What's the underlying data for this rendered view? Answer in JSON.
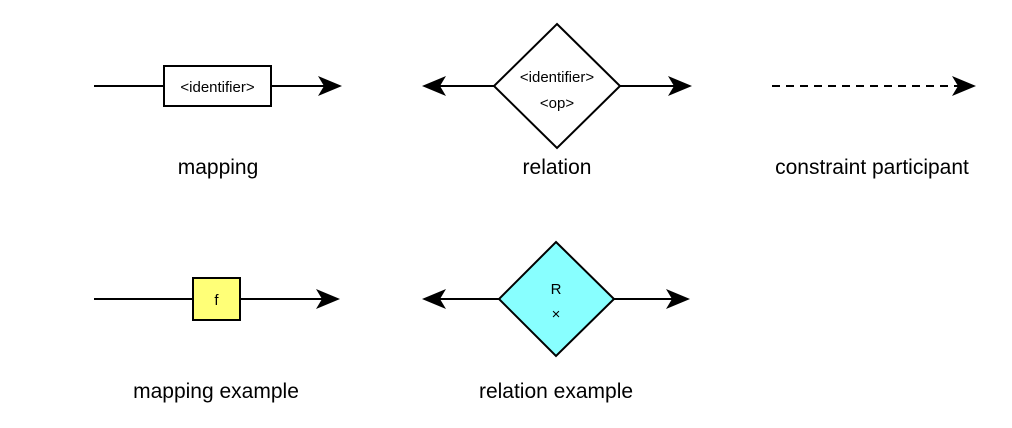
{
  "mapping": {
    "box_label": "<identifier>",
    "caption": "mapping"
  },
  "relation": {
    "line1": "<identifier>",
    "line2": "<op>",
    "caption": "relation"
  },
  "constraint": {
    "caption": "constraint participant"
  },
  "mapping_example": {
    "box_label": "f",
    "caption": "mapping example",
    "fill": "#ffff77"
  },
  "relation_example": {
    "line1": "R",
    "line2": "×",
    "caption": "relation example",
    "fill": "#88ffff"
  }
}
